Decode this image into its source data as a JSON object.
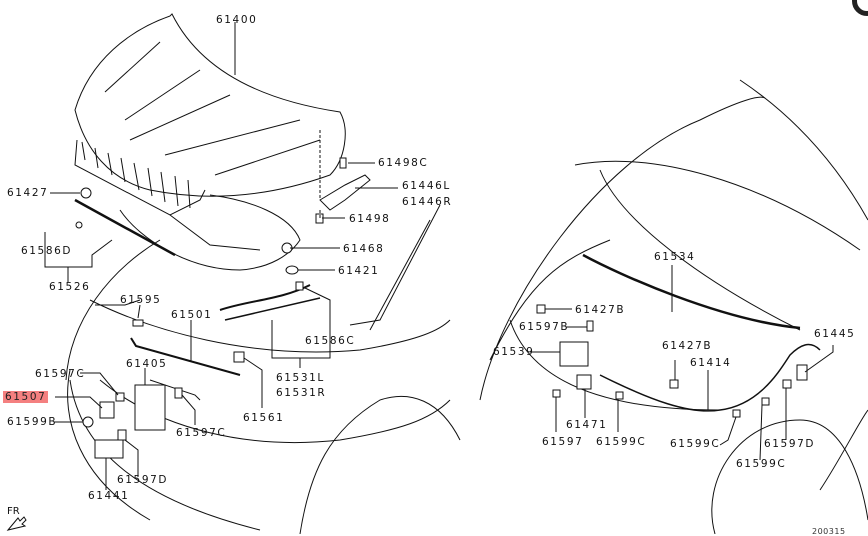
{
  "diagram": {
    "title": "Hood / Hood Lock & Release Cable parts diagram",
    "highlighted_part": "61507",
    "highlight_color": "#f48080",
    "drawing_code": "200315",
    "orientation_marker": "FR",
    "corner_icon": "circle-button-icon",
    "labels": [
      {
        "id": "61400",
        "text": "61400"
      },
      {
        "id": "61498C",
        "text": "61498C"
      },
      {
        "id": "61446L",
        "text": "61446L"
      },
      {
        "id": "61446R",
        "text": "61446R"
      },
      {
        "id": "61498",
        "text": "61498"
      },
      {
        "id": "61468",
        "text": "61468"
      },
      {
        "id": "61421",
        "text": "61421"
      },
      {
        "id": "61427",
        "text": "61427"
      },
      {
        "id": "61586D",
        "text": "61586D"
      },
      {
        "id": "61526",
        "text": "61526"
      },
      {
        "id": "61595",
        "text": "61595"
      },
      {
        "id": "61501",
        "text": "61501"
      },
      {
        "id": "61586C",
        "text": "61586C"
      },
      {
        "id": "61531L",
        "text": "61531L"
      },
      {
        "id": "61531R",
        "text": "61531R"
      },
      {
        "id": "61597C_a",
        "text": "61597C"
      },
      {
        "id": "61405",
        "text": "61405"
      },
      {
        "id": "61507",
        "text": "61507"
      },
      {
        "id": "61599B",
        "text": "61599B"
      },
      {
        "id": "61597C_b",
        "text": "61597C"
      },
      {
        "id": "61561",
        "text": "61561"
      },
      {
        "id": "61597D_a",
        "text": "61597D"
      },
      {
        "id": "61441",
        "text": "61441"
      },
      {
        "id": "61534",
        "text": "61534"
      },
      {
        "id": "61427B_a",
        "text": "61427B"
      },
      {
        "id": "61597B",
        "text": "61597B"
      },
      {
        "id": "61539",
        "text": "61539"
      },
      {
        "id": "61427B_b",
        "text": "61427B"
      },
      {
        "id": "61414",
        "text": "61414"
      },
      {
        "id": "61445",
        "text": "61445"
      },
      {
        "id": "61471",
        "text": "61471"
      },
      {
        "id": "61597",
        "text": "61597"
      },
      {
        "id": "61599C_a",
        "text": "61599C"
      },
      {
        "id": "61599C_b",
        "text": "61599C"
      },
      {
        "id": "61599C_c",
        "text": "61599C"
      },
      {
        "id": "61597D_b",
        "text": "61597D"
      }
    ]
  }
}
